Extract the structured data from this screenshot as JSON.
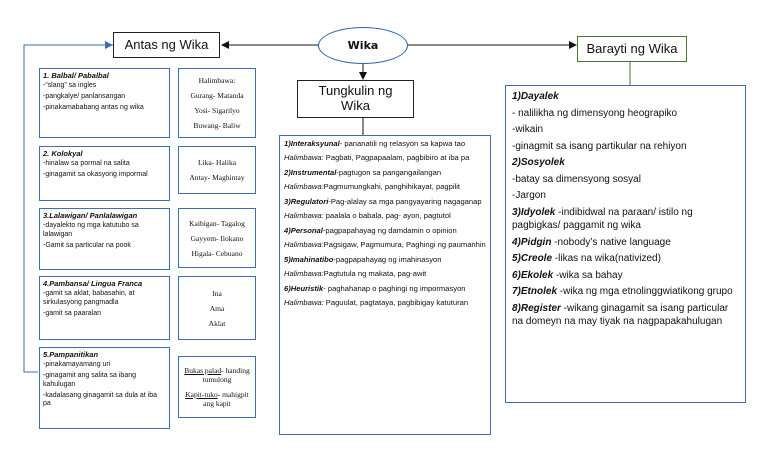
{
  "center": {
    "label": "Wika"
  },
  "antas": {
    "title": "Antas ng Wika",
    "levels": [
      {
        "head": "1. Balbal/ Pabalbal",
        "lines": [
          "-“slang” sa ingles",
          "-pangkalye/ panlansangan",
          "-pinakamababang antas ng wika"
        ]
      },
      {
        "head": "2. Kolokyal",
        "lines": [
          "-hinalaw sa pormal na salita",
          "-ginagamit sa okasyong impormal"
        ]
      },
      {
        "head": "3.Lalawigan/ Panlalawigan",
        "lines": [
          "-dayalekto ng mga katutubo sa lalawigan",
          "-Gamit sa particular na pook"
        ]
      },
      {
        "head": "4.Pambansa/ Lingua Franca",
        "lines": [
          "-gamit sa aklat, babasahin, at sirkulasyong pangmadla",
          "-gamit sa paaralan"
        ]
      },
      {
        "head": "5.Pampanitikan",
        "lines": [
          "-pinakamayamang uri",
          "-ginagamit ang salita sa ibang kahulugan",
          "-kadalasang ginagamit sa dula at iba pa"
        ]
      }
    ],
    "examples": [
      {
        "lines": [
          "Halimbawa:",
          "Gurang- Matanda",
          "Yosi- Sigarilyo",
          "Buwang- Baliw"
        ]
      },
      {
        "lines": [
          "Lika- Halika",
          "Antay- Maghintay"
        ]
      },
      {
        "lines": [
          "Kaibigan- Tagalog",
          "Gayyem- Ilokano",
          "Higala- Cebuano"
        ]
      },
      {
        "lines": [
          "Ina",
          "Ama",
          "Aklat"
        ]
      },
      {
        "pairs": [
          {
            "term": "Bukas palad",
            "def": "- handing tumulong"
          },
          {
            "term": "Kapit-tuko",
            "def": "- mahigpit ang kapit"
          }
        ]
      }
    ]
  },
  "tungkulin": {
    "title_line1": "Tungkulin ng",
    "title_line2": "Wika",
    "items": [
      {
        "term": "1)Interaksyunal",
        "desc": "- pananatili ng relasyon sa kapwa tao",
        "ex_label": "Halimbawa:",
        "ex": " Pagbati, Pagpapaalam, pagbibiro at iba pa"
      },
      {
        "term": "2)Instrumental",
        "desc": "-pagtugon sa pangangailangan",
        "ex_label": "Halimbawa:",
        "ex": "Pagmumungkahi, panghihikayat, pagpilit"
      },
      {
        "term": "3)Regulatori",
        "desc": "-Pag-alalay sa mga pangyayaring nagaganap",
        "ex_label": "Halimbawa:",
        "ex": " paalala o babala, pag- ayon, pagtutol"
      },
      {
        "term": "4)Personal",
        "desc": "-pagpapahayag ng damdamin o opinion",
        "ex_label": "Halimbawa:",
        "ex": "Pagsigaw, Pagmumura, Paghingi ng paumanhin"
      },
      {
        "term": "5)Imahinatibo",
        "desc": "-pagpapahayag ng imahinasyon",
        "ex_label": "Halimbawa:",
        "ex": "Pagtutula ng makata, pag-awit"
      },
      {
        "term": "6)Heuristik",
        "desc": "- paghahanap o paghingi ng impormasyon",
        "ex_label": "Halimbawa:",
        "ex": " Paguulat, pagtataya, pagbibigay katuturan"
      }
    ]
  },
  "barayti": {
    "title": "Barayti ng Wika",
    "items": [
      {
        "term": "1)Dayalek",
        "desc": ""
      },
      {
        "term": "",
        "desc": "- nalilikha ng dimensyong heograpiko"
      },
      {
        "term": "",
        "desc": "-wikain"
      },
      {
        "term": "",
        "desc": "-ginagmit sa isang partikular na rehiyon"
      },
      {
        "term": "2)Sosyolek",
        "desc": ""
      },
      {
        "term": "",
        "desc": "-batay sa dimensyong sosyal"
      },
      {
        "term": "",
        "desc": "-Jargon"
      },
      {
        "term": "3)Idyolek",
        "desc": " -indibidwal na paraan/ istilo ng pagbigkas/ paggamit ng wika"
      },
      {
        "term": "4)Pidgin",
        "desc": " -nobody’s native language"
      },
      {
        "term": "5)Creole",
        "desc": " -likas na wika(nativized)"
      },
      {
        "term": "6)Ekolek",
        "desc": " -wika sa bahay"
      },
      {
        "term": "7)Etnolek",
        "desc": " -wika ng mga etnolinggwiatikong grupo"
      },
      {
        "term": "8)Register",
        "desc": " -wikang ginagamit sa isang particular na domeyn na may tiyak na nagpapakahulugan"
      }
    ]
  }
}
